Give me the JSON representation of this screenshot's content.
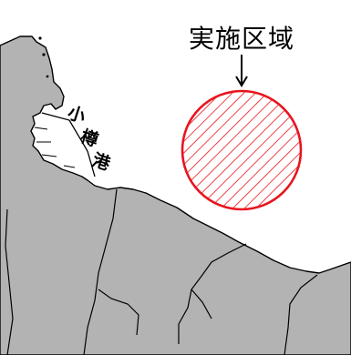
{
  "map": {
    "target_area_label": "実施区域",
    "port_label_chars": [
      "小",
      "樽",
      "港"
    ]
  },
  "colors": {
    "land": "#b3b3b3",
    "sea": "#ffffff",
    "coastline": "#000000",
    "target_area": "#e8141e"
  },
  "icons": {
    "pointer": "down-arrow-icon"
  }
}
